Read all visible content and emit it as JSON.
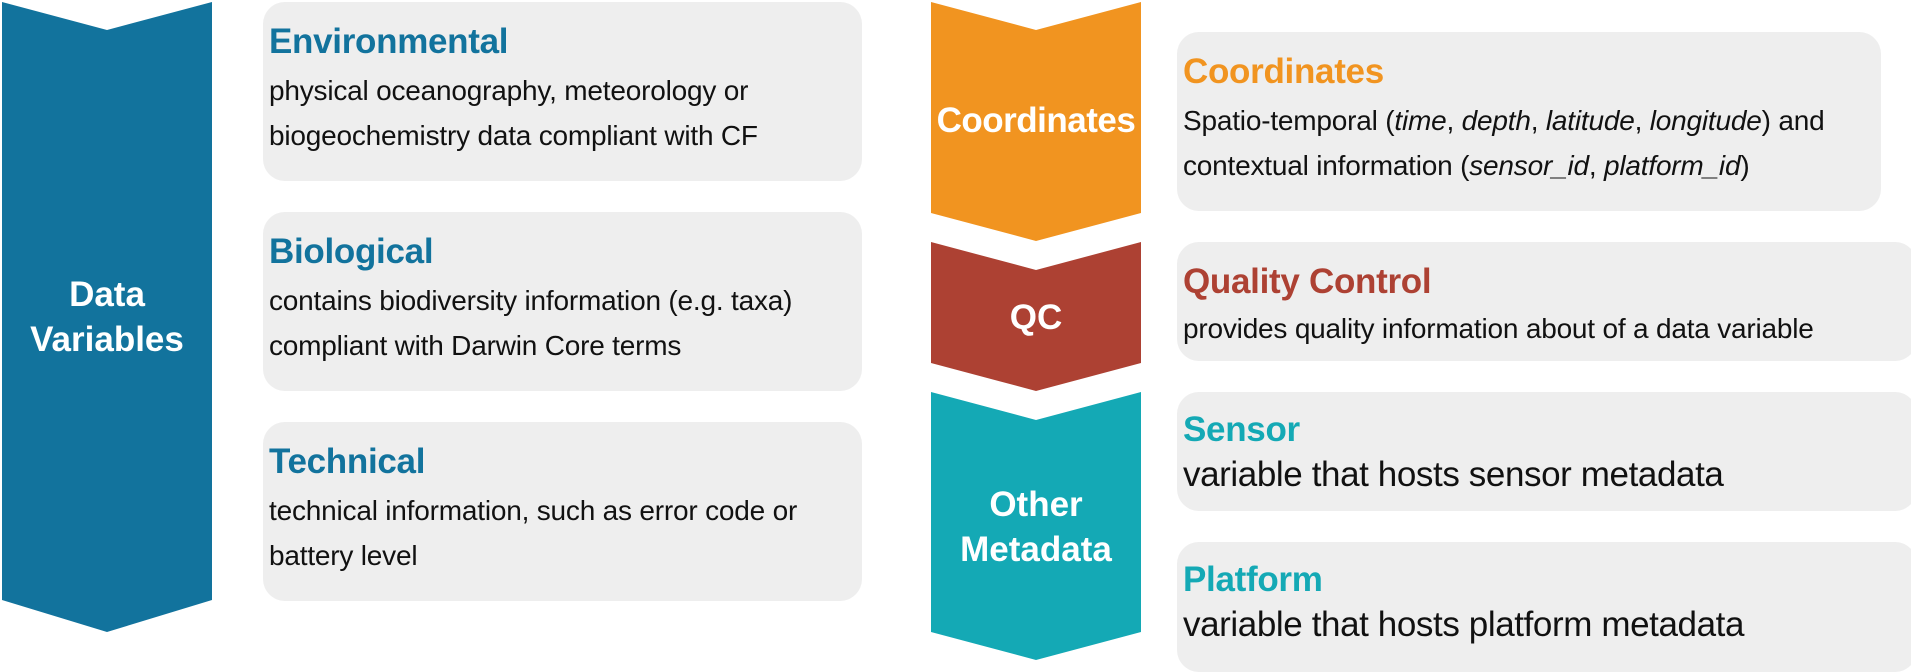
{
  "colors": {
    "data_variables": "#12739d",
    "coordinates": "#f19420",
    "qc": "#ad4133",
    "other_metadata": "#14a9b5",
    "box_bg": "#eeeeee",
    "text": "#111111"
  },
  "left": {
    "chevron": {
      "line1": "Data",
      "line2": "Variables"
    },
    "boxes": [
      {
        "title": "Environmental",
        "lines": [
          "physical oceanography, meteorology or",
          "biogeochemistry data compliant with CF"
        ]
      },
      {
        "title": "Biological",
        "lines": [
          "contains biodiversity information  (e.g. taxa)",
          "compliant with Darwin Core terms"
        ]
      },
      {
        "title": "Technical",
        "lines": [
          "technical information, such as error code or",
          "battery level"
        ]
      }
    ]
  },
  "right": {
    "chevrons": [
      {
        "label": "Coordinates"
      },
      {
        "label": "QC"
      },
      {
        "line1": "Other",
        "line2": "Metadata"
      }
    ],
    "coordinates_box": {
      "title": "Coordinates",
      "line1": {
        "pre": "Spatio-temporal (",
        "t1": "time",
        "s1": ", ",
        "t2": "depth",
        "s2": ", ",
        "t3": "latitude",
        "s3": ", ",
        "t4": "longitude",
        "post": ") and"
      },
      "line2": {
        "pre": "contextual information (",
        "t1": "sensor_id",
        "s1": ", ",
        "t2": "platform_id",
        "post": ")"
      }
    },
    "qc_box": {
      "title": "Quality Control",
      "desc": "provides quality information about of a data variable"
    },
    "sensor_box": {
      "title": "Sensor",
      "desc": "variable that hosts sensor metadata"
    },
    "platform_box": {
      "title": "Platform",
      "desc": "variable that hosts platform metadata"
    }
  }
}
